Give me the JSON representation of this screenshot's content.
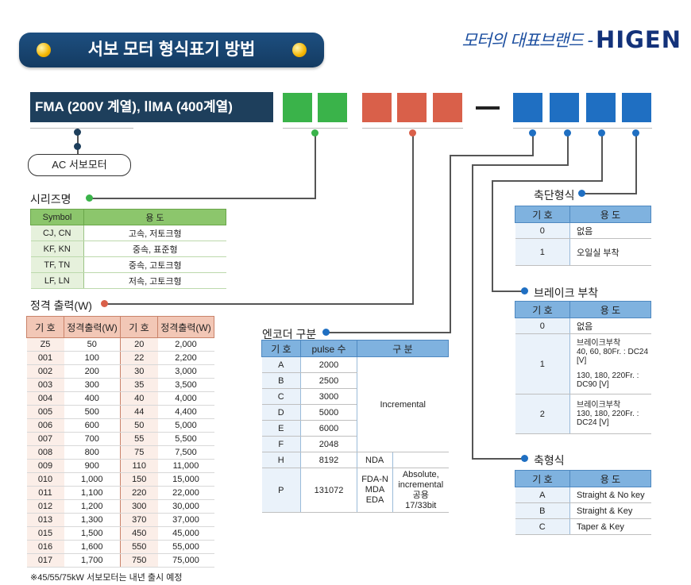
{
  "header": {
    "title": "서보 모터 형식표기 방법",
    "brand_kr": "모터의 대표브랜드 -",
    "brand_logo": "HIGEN"
  },
  "model_label": "FMA (200V 계열), ⵏⵏMA (400계열)",
  "ac_label": "AC 서보모터",
  "colors": {
    "green": "#3ab34a",
    "red": "#d9604a",
    "blue": "#1f6fc2",
    "navy": "#1e3f5c"
  },
  "series": {
    "title": "시리즈명",
    "headers": [
      "Symbol",
      "용 도"
    ],
    "rows": [
      [
        "CJ, CN",
        "고속, 저토크형"
      ],
      [
        "KF, KN",
        "중속, 표준형"
      ],
      [
        "TF, TN",
        "중속, 고토크형"
      ],
      [
        "LF, LN",
        "저속, 고토크형"
      ]
    ]
  },
  "rated": {
    "title": "정격 출력(W)",
    "headers": [
      "기 호",
      "정격출력(W)",
      "기 호",
      "정격출력(W)"
    ],
    "rows": [
      [
        "Z5",
        "50",
        "20",
        "2,000"
      ],
      [
        "001",
        "100",
        "22",
        "2,200"
      ],
      [
        "002",
        "200",
        "30",
        "3,000"
      ],
      [
        "003",
        "300",
        "35",
        "3,500"
      ],
      [
        "004",
        "400",
        "40",
        "4,000"
      ],
      [
        "005",
        "500",
        "44",
        "4,400"
      ],
      [
        "006",
        "600",
        "50",
        "5,000"
      ],
      [
        "007",
        "700",
        "55",
        "5,500"
      ],
      [
        "008",
        "800",
        "75",
        "7,500"
      ],
      [
        "009",
        "900",
        "110",
        "11,000"
      ],
      [
        "010",
        "1,000",
        "150",
        "15,000"
      ],
      [
        "011",
        "1,100",
        "220",
        "22,000"
      ],
      [
        "012",
        "1,200",
        "300",
        "30,000"
      ],
      [
        "013",
        "1,300",
        "370",
        "37,000"
      ],
      [
        "015",
        "1,500",
        "450",
        "45,000"
      ],
      [
        "016",
        "1,600",
        "550",
        "55,000"
      ],
      [
        "017",
        "1,700",
        "750",
        "75,000"
      ]
    ],
    "note": "※45/55/75kW 서보모터는 내년 출시 예정"
  },
  "encoder": {
    "title": "엔코더 구분",
    "headers": [
      "기 호",
      "pulse 수",
      "구 분"
    ],
    "rows": [
      [
        "A",
        "2000"
      ],
      [
        "B",
        "2500"
      ],
      [
        "C",
        "3000"
      ],
      [
        "D",
        "5000"
      ],
      [
        "E",
        "6000"
      ],
      [
        "F",
        "2048"
      ]
    ],
    "incremental": "Incremental",
    "h": [
      "H",
      "8192",
      "NDA"
    ],
    "p": [
      "P",
      "131072",
      "FDA-N MDA EDA",
      "Absolute, incremental 공용 17/33bit"
    ]
  },
  "shaft_end": {
    "title": "축단형식",
    "headers": [
      "기 호",
      "용 도"
    ],
    "rows": [
      [
        "0",
        "없음"
      ],
      [
        "1",
        "오일실 부착"
      ]
    ]
  },
  "brake": {
    "title": "브레이크 부착",
    "headers": [
      "기 호",
      "용 도"
    ],
    "r0": [
      "0",
      "없음"
    ],
    "r1_code": "1",
    "r1_a": "브레이크부착",
    "r1_b": "40, 60, 80Fr. : DC24 [V]",
    "r1_c": "130, 180, 220Fr. : DC90 [V]",
    "r2_code": "2",
    "r2_a": "브레이크부착",
    "r2_b": "130, 180, 220Fr. : DC24 [V]"
  },
  "shaft": {
    "title": "축형식",
    "headers": [
      "기 호",
      "용 도"
    ],
    "rows": [
      [
        "A",
        "Straight & No key"
      ],
      [
        "B",
        "Straight & Key"
      ],
      [
        "C",
        "Taper & Key"
      ]
    ]
  }
}
